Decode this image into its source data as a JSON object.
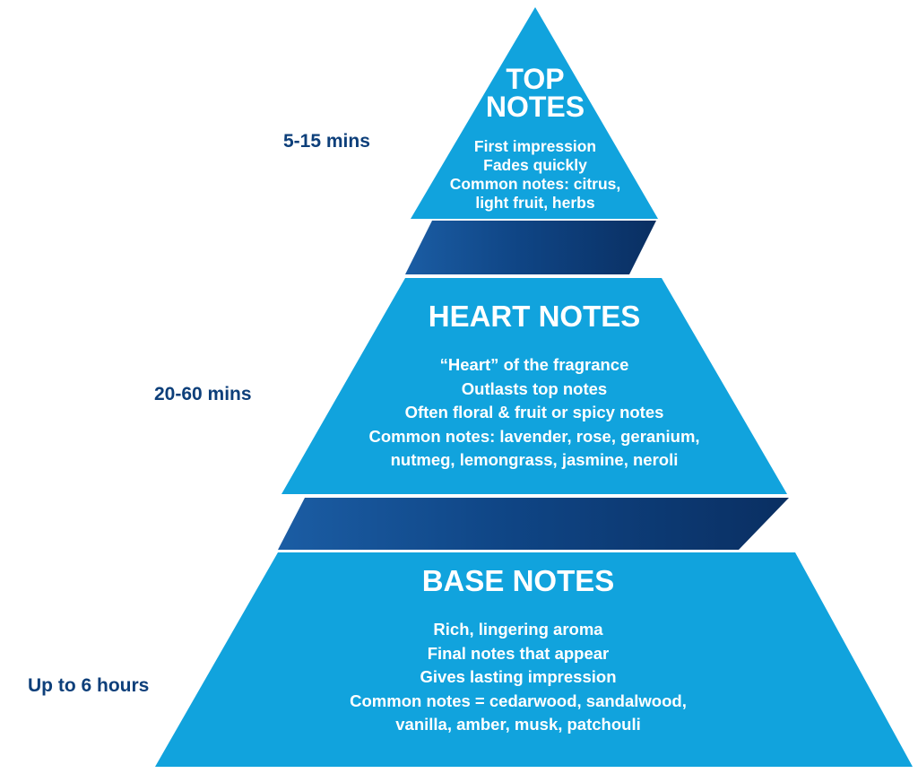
{
  "colors": {
    "tier_fill": "#11a3dd",
    "band_dark": "#0c3a73",
    "band_light": "#1b5da4",
    "duration_text": "#0d3f7a",
    "tier_text": "#ffffff"
  },
  "tiers": {
    "top": {
      "title_lines": [
        "TOP",
        "NOTES"
      ],
      "duration": "5-15 mins",
      "lines": [
        "First impression",
        "Fades quickly",
        "Common notes: citrus,",
        "light fruit, herbs"
      ]
    },
    "heart": {
      "title": "HEART NOTES",
      "duration": "20-60 mins",
      "lines": [
        "“Heart” of the fragrance",
        "Outlasts top notes",
        "Often floral & fruit or spicy notes",
        "Common notes: lavender, rose, geranium,",
        "nutmeg, lemongrass, jasmine, neroli"
      ]
    },
    "base": {
      "title": "BASE NOTES",
      "duration": "Up to 6 hours",
      "lines": [
        "Rich, lingering aroma",
        "Final notes that appear",
        "Gives lasting impression",
        "Common notes = cedarwood, sandalwood,",
        "vanilla, amber, musk, patchouli"
      ]
    }
  }
}
